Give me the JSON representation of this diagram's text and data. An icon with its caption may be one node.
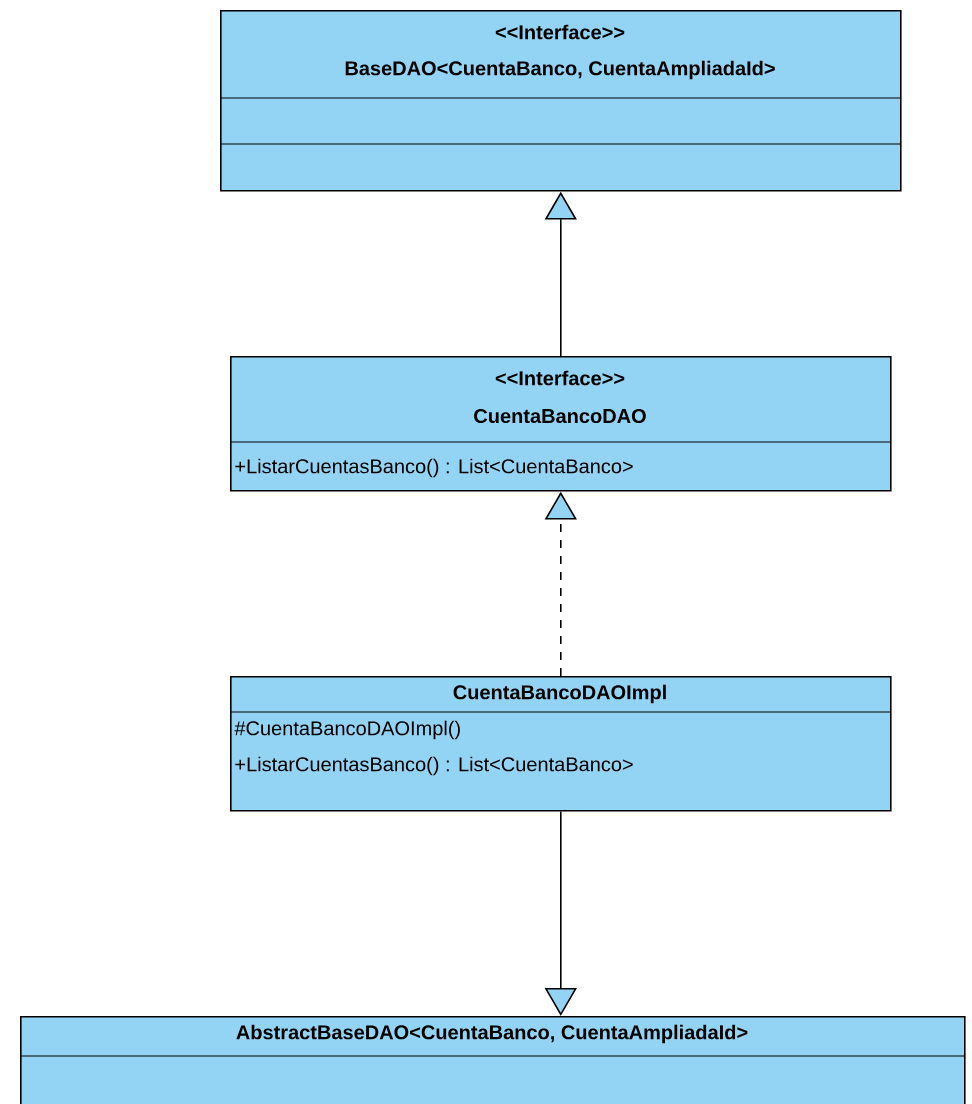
{
  "diagram": {
    "nodes": [
      {
        "text": [
          "<<Interface>>",
          "BaseDAO<CuentaBanco, CuentaAmpliadaId>"
        ]
      },
      {
        "text": [
          "<<Interface>>",
          "CuentaBancoDAO",
          "+ListarCuentasBanco() : List<CuentaBanco>"
        ]
      },
      {
        "text": [
          "CuentaBancoDAOImpl",
          "#CuentaBancoDAOImpl()",
          "+ListarCuentasBanco() : List<CuentaBanco>"
        ]
      },
      {
        "text": [
          "AbstractBaseDAO<CuentaBanco, CuentaAmpliadaId>"
        ]
      }
    ],
    "edges": [
      {
        "from": 1,
        "to": 0,
        "arrow": "to"
      },
      {
        "from": 2,
        "to": 1,
        "arrow": "to",
        "style": "dashed"
      },
      {
        "from": 2,
        "to": 3,
        "arrow": "to"
      }
    ]
  }
}
